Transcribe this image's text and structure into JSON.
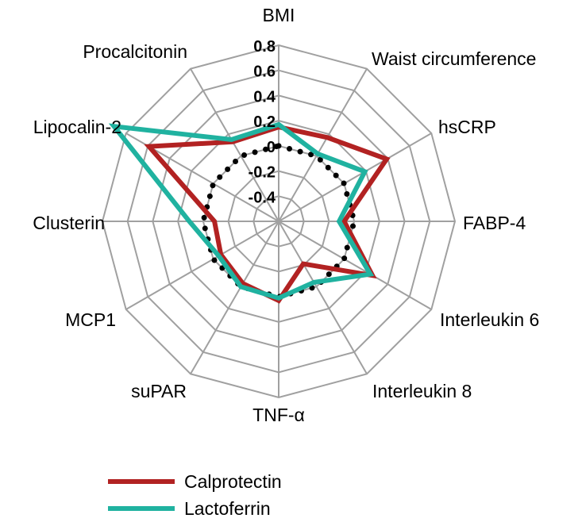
{
  "chart_data": {
    "type": "radar",
    "title": "",
    "axes": [
      "BMI",
      "Waist circumference",
      "hsCRP",
      "FABP-4",
      "Interleukin 6",
      "Interleukin 8",
      "TNF-α",
      "suPAR",
      "MCP1",
      "Clusterin",
      "Lipocalin-2",
      "Procalcitonin"
    ],
    "ticks": [
      "0.8",
      "0.6",
      "0.4",
      "0.2",
      "0",
      "-0.2",
      "-0.4"
    ],
    "rlim": [
      -0.6,
      0.8
    ],
    "grid": true,
    "legend_position": "bottom-left",
    "series": [
      {
        "name": "Calprotectin",
        "color": "#b22222",
        "values": [
          0.15,
          0.17,
          0.39,
          -0.08,
          0.26,
          -0.21,
          0.03,
          -0.03,
          -0.07,
          -0.09,
          0.59,
          0.13
        ]
      },
      {
        "name": "Lactoferrin",
        "color": "#20b2a0",
        "values": [
          0.17,
          0.02,
          0.19,
          -0.12,
          0.24,
          -0.04,
          0.01,
          0.0,
          -0.05,
          0.11,
          0.91,
          0.15
        ]
      },
      {
        "name": "",
        "color": "#000000",
        "style": "dotted",
        "values": [
          0,
          0,
          0,
          0,
          0,
          0,
          0,
          0,
          0,
          0,
          0,
          0
        ]
      }
    ]
  }
}
